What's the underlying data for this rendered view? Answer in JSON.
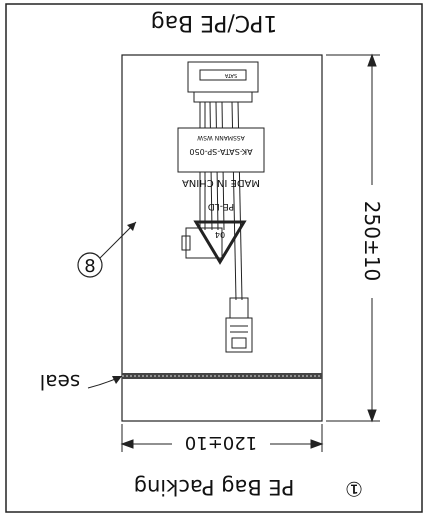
{
  "title": "1PC/PE Bag",
  "caption_number": "①",
  "caption": "PE Bag Packing",
  "dim_height": "250±10",
  "dim_width": "120±10",
  "callout_number": "8",
  "seal_label": "seal",
  "label_made_in": "MADE IN CHINA",
  "label_part": "AK-SATA-SP-050",
  "label_assembly": "ASSMANN WSW",
  "label_recycle_code": "04",
  "label_recycle_material": "PE-LD",
  "connector_tag": "SATA"
}
